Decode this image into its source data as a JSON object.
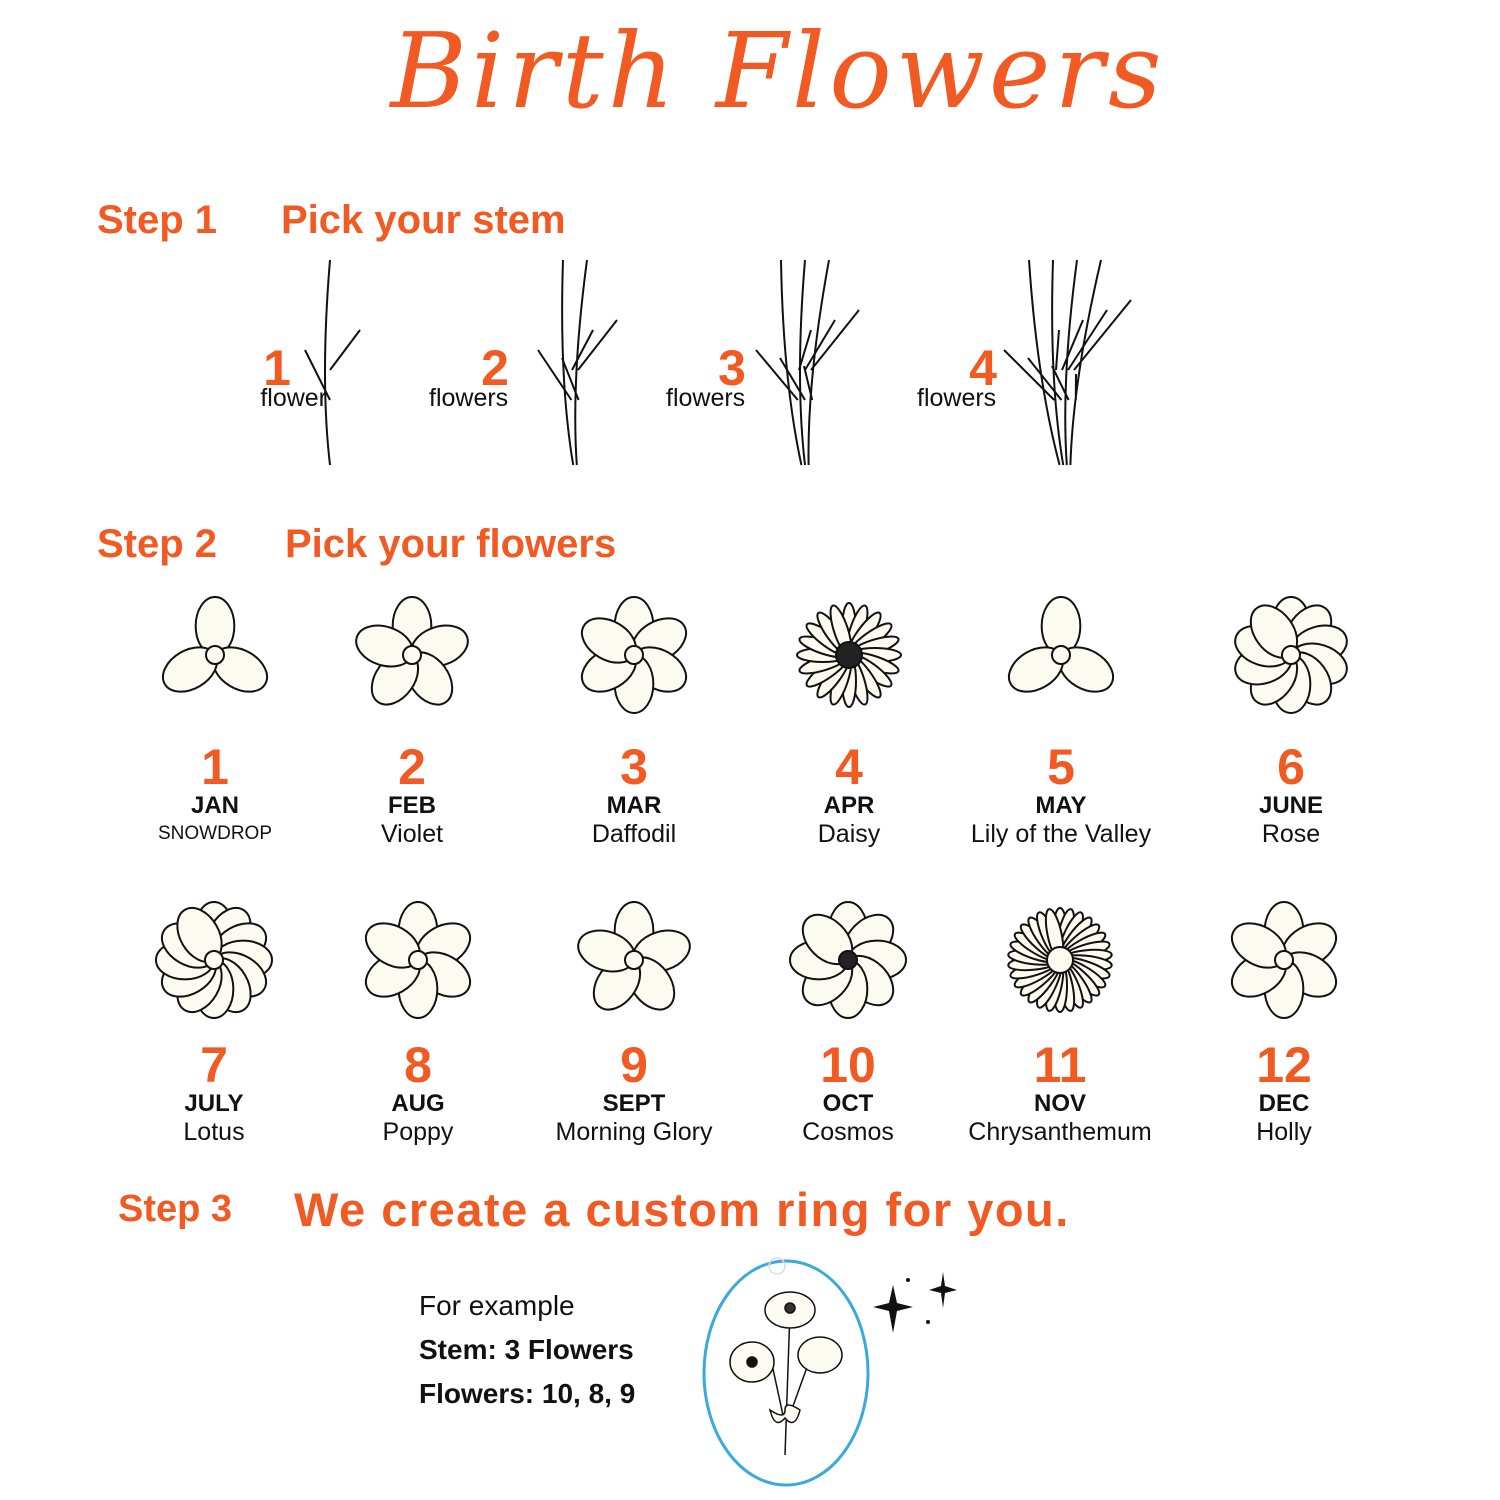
{
  "title": "Birth Flowers",
  "step1": {
    "step": "Step 1",
    "heading": "Pick your stem",
    "stems": [
      {
        "num": "1",
        "label": "flower"
      },
      {
        "num": "2",
        "label": "flowers"
      },
      {
        "num": "3",
        "label": "flowers"
      },
      {
        "num": "4",
        "label": "flowers"
      }
    ]
  },
  "step2": {
    "step": "Step 2",
    "heading": "Pick your flowers",
    "flowers": [
      {
        "num": "1",
        "month": "JAN",
        "name": "SNOWDROP"
      },
      {
        "num": "2",
        "month": "FEB",
        "name": "Violet"
      },
      {
        "num": "3",
        "month": "MAR",
        "name": "Daffodil"
      },
      {
        "num": "4",
        "month": "APR",
        "name": "Daisy"
      },
      {
        "num": "5",
        "month": "MAY",
        "name": "Lily of the Valley"
      },
      {
        "num": "6",
        "month": "JUNE",
        "name": "Rose"
      },
      {
        "num": "7",
        "month": "JULY",
        "name": "Lotus"
      },
      {
        "num": "8",
        "month": "AUG",
        "name": "Poppy"
      },
      {
        "num": "9",
        "month": "SEPT",
        "name": "Morning Glory"
      },
      {
        "num": "10",
        "month": "OCT",
        "name": "Cosmos"
      },
      {
        "num": "11",
        "month": "NOV",
        "name": "Chrysanthemum"
      },
      {
        "num": "12",
        "month": "DEC",
        "name": "Holly"
      }
    ]
  },
  "step3": {
    "step": "Step 3",
    "heading": "We create a custom ring for you.",
    "example_label": "For example",
    "stem_line": "Stem: 3 Flowers",
    "flowers_line": "Flowers: 10, 8, 9"
  },
  "colors": {
    "accent": "#f15a22",
    "ring_outline": "#3aa9dc",
    "ink": "#111111"
  }
}
